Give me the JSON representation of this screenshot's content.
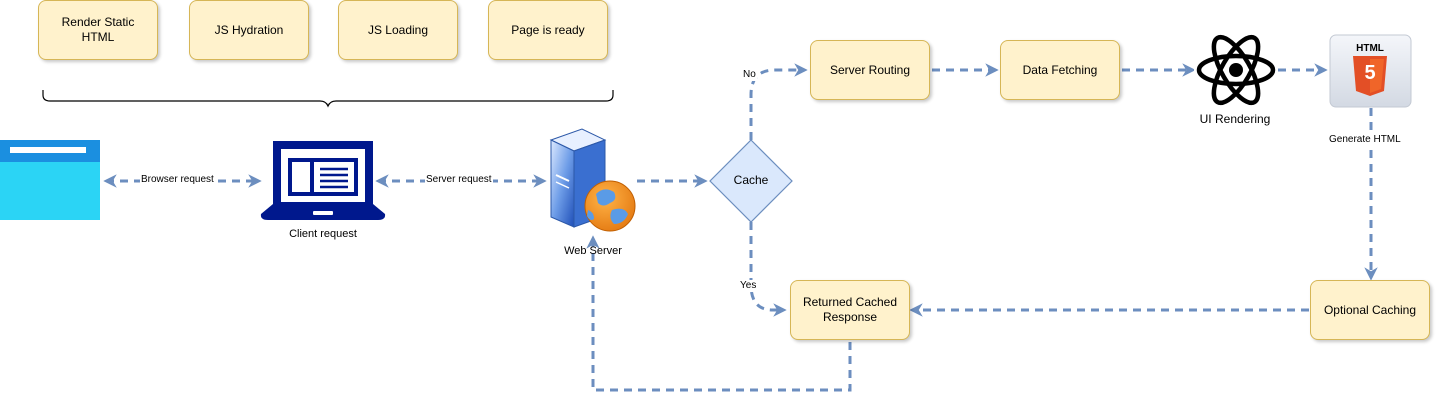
{
  "phases": [
    "Render Static HTML",
    "JS Hydration",
    "JS Loading",
    "Page is ready"
  ],
  "nodes": {
    "client_request": "Client request",
    "web_server": "Web Server",
    "cache": "Cache",
    "server_routing": "Server Routing",
    "data_fetching": "Data Fetching",
    "ui_rendering": "UI Rendering",
    "returned_cached": "Returned Cached Response",
    "optional_caching": "Optional Caching",
    "html5_badge": "HTML",
    "html5_number": "5"
  },
  "edges": {
    "browser_request": "Browser request",
    "server_request": "Server request",
    "no": "No",
    "yes": "Yes",
    "generate_html": "Generate HTML"
  },
  "colors": {
    "box_fill": "#fff2cc",
    "box_border": "#d6b656",
    "connector": "#6c8ebf",
    "decision_fill": "#dae8fc",
    "client_icon": "#00188d",
    "browser_icon": "#2bd4f5",
    "html5_orange": "#e34f26"
  }
}
